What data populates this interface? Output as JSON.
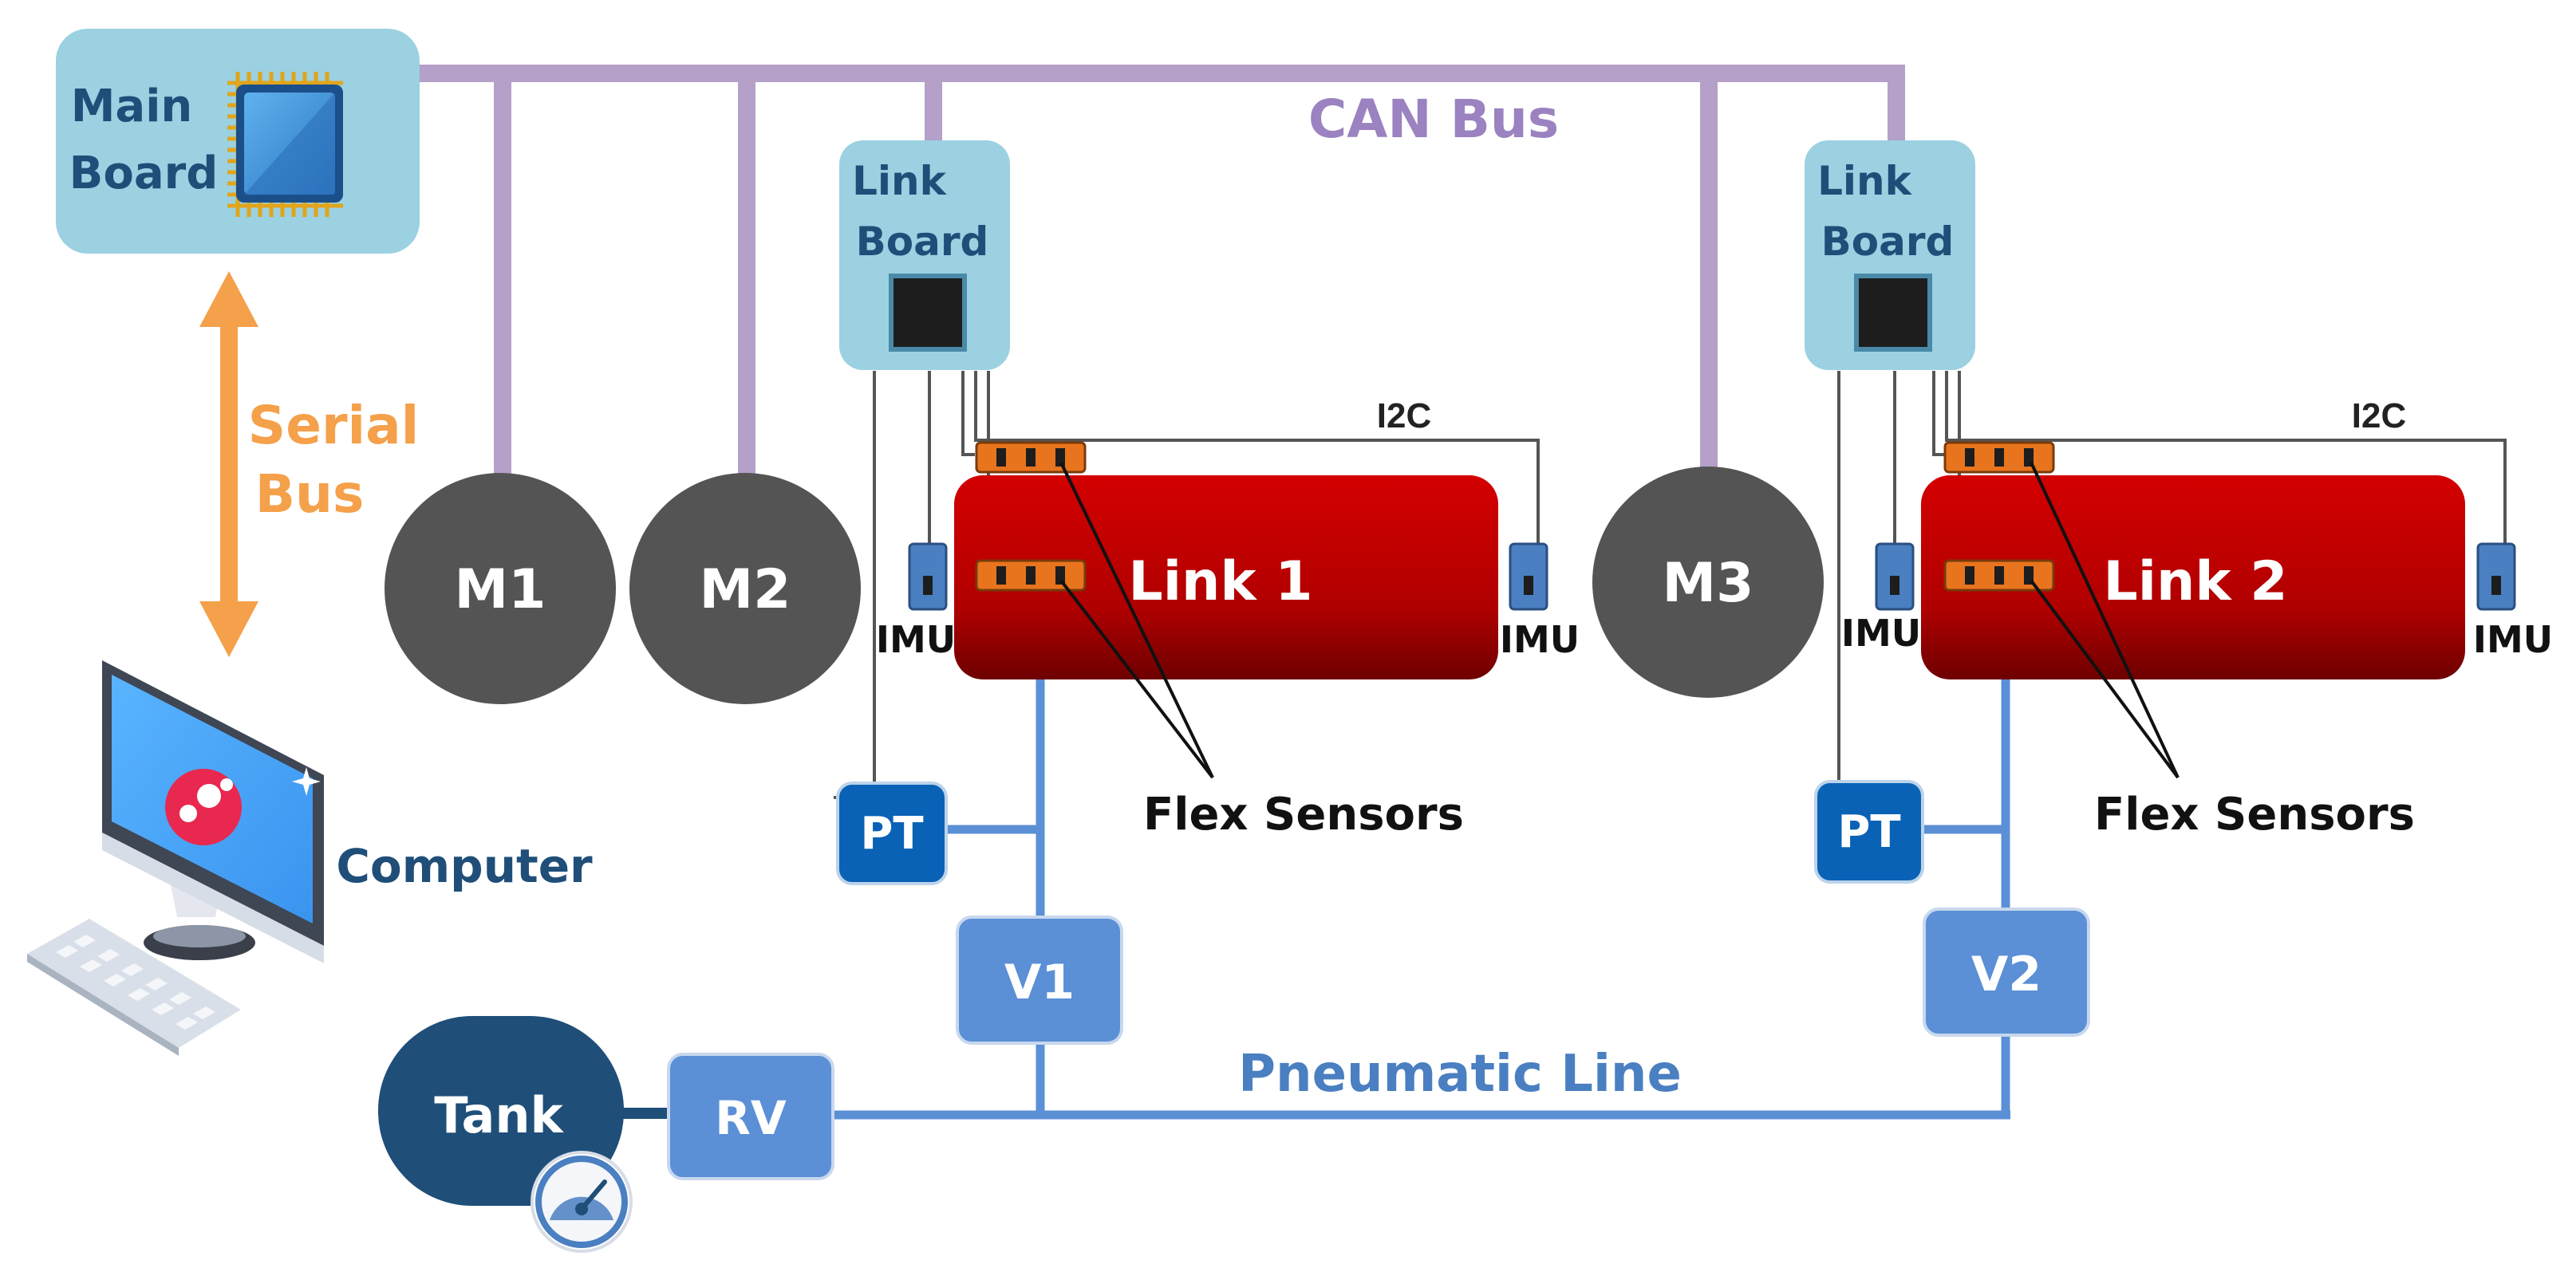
{
  "labels": {
    "main_board": [
      "Main",
      "Board"
    ],
    "link_board": [
      "Link",
      "Board"
    ],
    "can_bus": "CAN Bus",
    "serial_bus": [
      "Serial",
      "Bus"
    ],
    "computer": "Computer",
    "motors": [
      "M1",
      "M2",
      "M3"
    ],
    "links": [
      "Link 1",
      "Link 2"
    ],
    "imu": "IMU",
    "i2c": "I2C",
    "flex_sensors": "Flex Sensors",
    "pt": "PT",
    "valves": [
      "V1",
      "V2"
    ],
    "tank": "Tank",
    "rv": "RV",
    "pneumatic_line": "Pneumatic Line"
  },
  "colors": {
    "can_bus": "#b4a0c8",
    "serial_bus": "#f5a04a",
    "board": "#9bd1e1",
    "board_text": "#1f4e79",
    "motor": "#545454",
    "link_top": "#c40000",
    "link_bottom": "#7a0000",
    "sensor_blue": "#4a7fc1",
    "flex_orange": "#e8741e",
    "pneumatic": "#5b8fd6",
    "valve": "#5b8fd6",
    "pt": "#0a62b6",
    "tank": "#1f4e79",
    "wire": "#555555"
  }
}
